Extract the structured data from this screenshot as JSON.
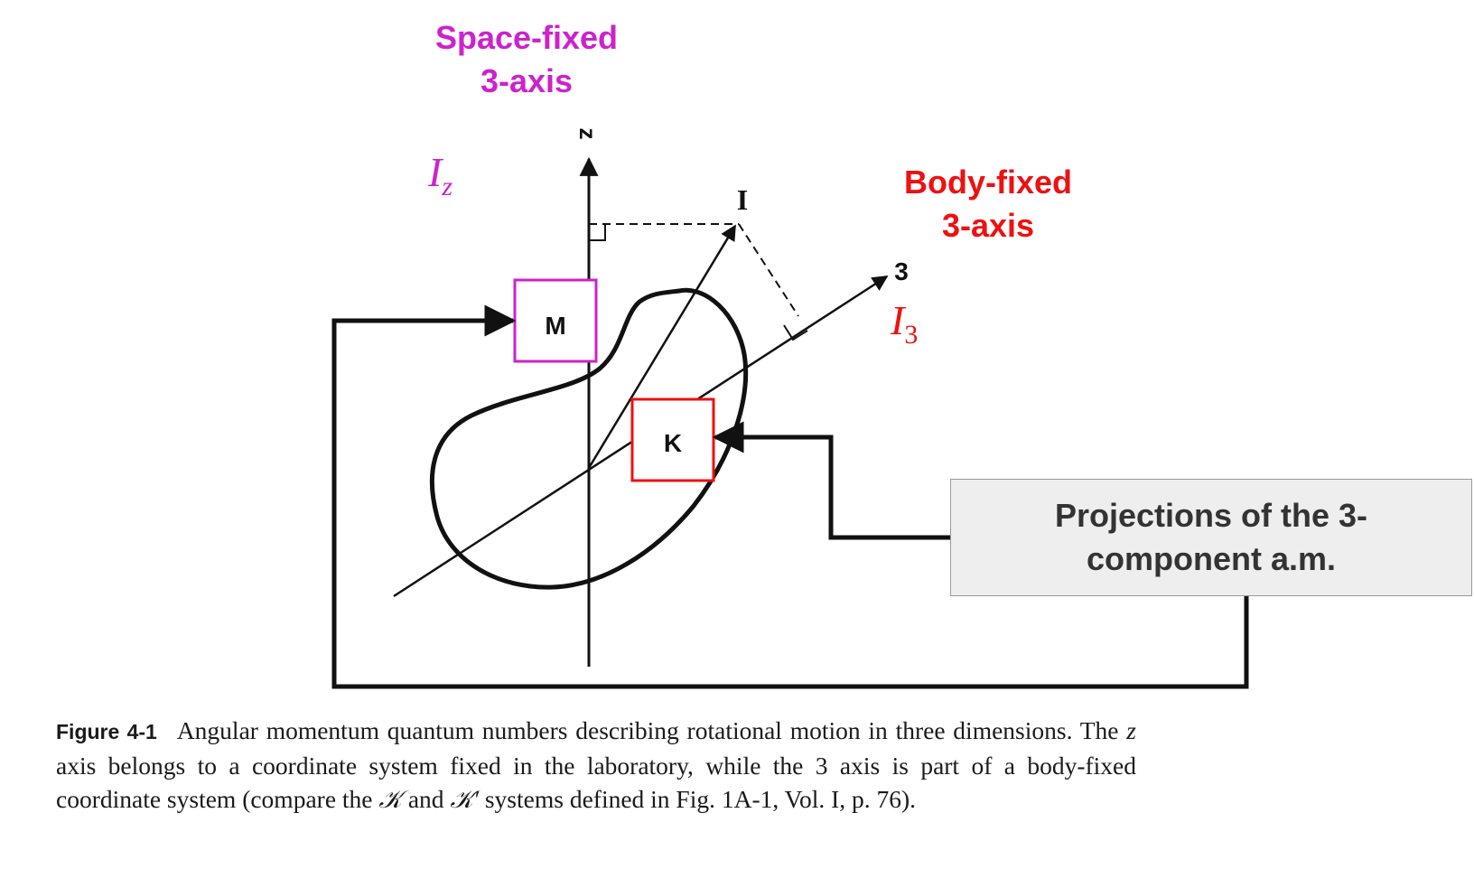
{
  "annotations": {
    "space_fixed_line1": "Space-fixed",
    "space_fixed_line2": "3-axis",
    "body_fixed_line1": "Body-fixed",
    "body_fixed_line2": "3-axis",
    "iz_main": "I",
    "iz_sub": "z",
    "i3_main": "I",
    "i3_sub": "3",
    "magenta_color": "#cc22cc",
    "red_color": "#ee1111"
  },
  "figure": {
    "z_axis_label": "z",
    "three_axis_label": "3",
    "vector_label": "I",
    "m_label": "M",
    "k_label": "K"
  },
  "callout": {
    "text": "Projections of the 3-component a.m."
  },
  "caption": {
    "figure_number": "Figure 4-1",
    "part1": "Angular momentum quantum numbers describing rotational motion in three dimensions. The ",
    "z_italic": "z",
    "part2": " axis belongs to a coordinate system fixed in the laboratory, while the 3 axis is part of a body-fixed coordinate system (compare the ",
    "script_k1": "𝒦",
    "part3": " and ",
    "script_k2": "𝒦′",
    "part4": " systems defined in Fig. 1A-1, Vol. I, p. 76)."
  }
}
